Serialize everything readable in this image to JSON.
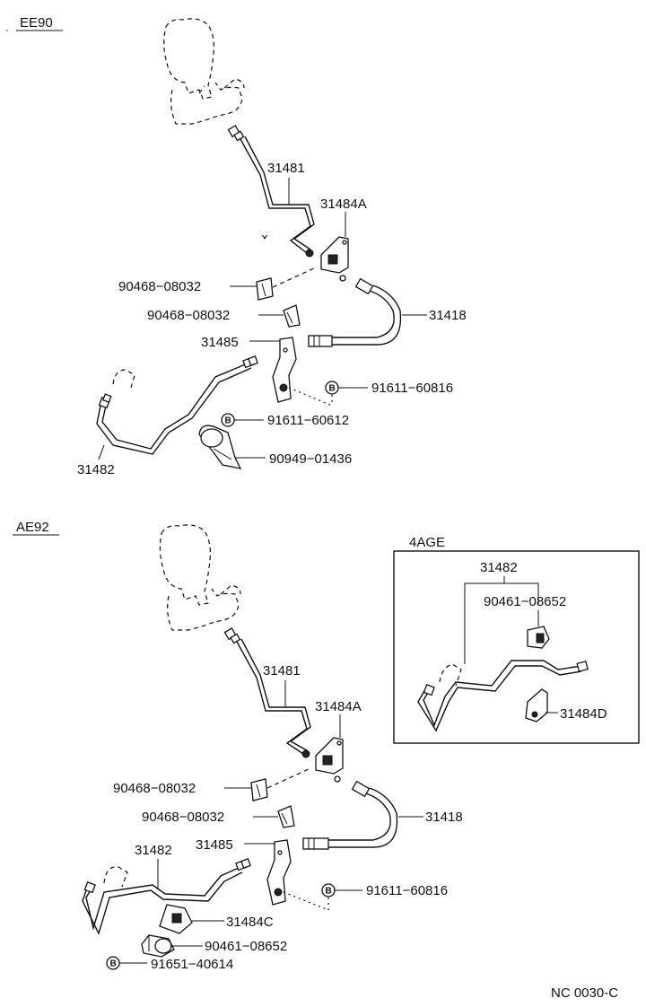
{
  "sections": {
    "ee90": {
      "title": "EE90",
      "labels": {
        "p31481": "31481",
        "p31484A": "31484A",
        "p90468_a": "90468−08032",
        "p90468_b": "90468−08032",
        "p31418": "31418",
        "p31485": "31485",
        "p91611_816": "91611−60816",
        "p91611_612": "91611−60612",
        "p90949": "90949−01436",
        "p31482": "31482"
      }
    },
    "ae92": {
      "title": "AE92",
      "labels": {
        "p31481": "31481",
        "p31484A": "31484A",
        "p90468_a": "90468−08032",
        "p90468_b": "90468−08032",
        "p31418": "31418",
        "p31482": "31482",
        "p31485": "31485",
        "p91611_816": "91611−60816",
        "p31484C": "31484C",
        "p90461": "90461−08652",
        "p91651": "91651−40614"
      }
    },
    "inset_4age": {
      "title": "4AGE",
      "labels": {
        "p31482": "31482",
        "p90461": "90461−08652",
        "p31484D": "31484D"
      }
    }
  },
  "bolt_marker": "B",
  "footer_code": "NC  0030-C"
}
